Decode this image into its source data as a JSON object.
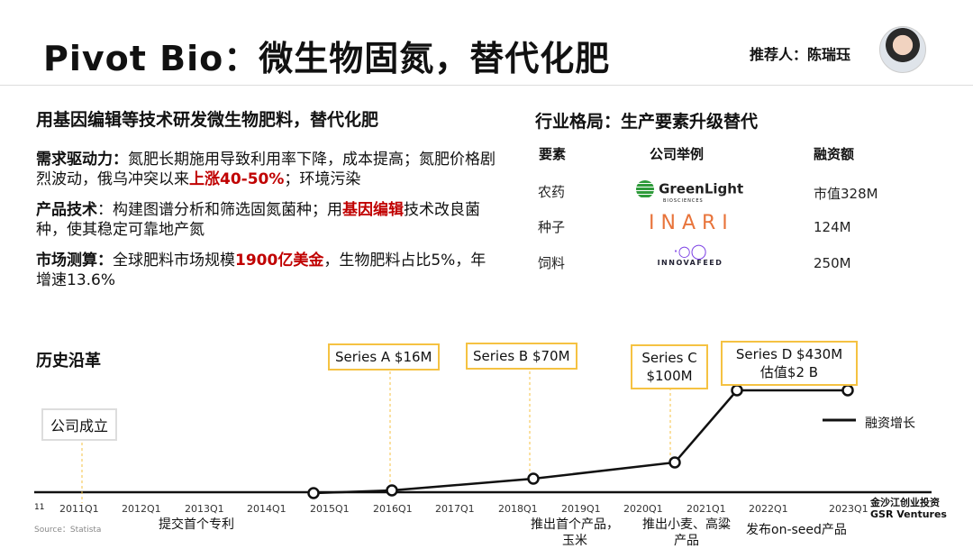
{
  "header": {
    "title": "Pivot Bio：微生物固氮，替代化肥",
    "recommender": "推荐人：陈瑞珏"
  },
  "left": {
    "heading": "用基因编辑等技术研发微生物肥料，替代化肥",
    "p1": {
      "label": "需求驱动力：",
      "t1": "氮肥长期施用导致利用率下降，成本提高；氮肥价格剧烈波动，俄乌冲突以来",
      "hl": "上涨40-50%",
      "t2": "；环境污染"
    },
    "p2": {
      "label": "产品技术",
      "t1": "：构建图谱分析和筛选固氮菌种；用",
      "hl": "基因编辑",
      "t2": "技术改良菌种，使其稳定可靠地产氮"
    },
    "p3": {
      "label": "市场测算：",
      "t1": "全球肥料市场规模",
      "hl": "1900亿美金",
      "t2": "，生物肥料占比5%，年增速13.6%"
    }
  },
  "right": {
    "heading": "行业格局：生产要素升级替代",
    "columns": [
      "要素",
      "公司举例",
      "融资额"
    ],
    "rows": [
      {
        "factor": "农药",
        "company": "GreenLight",
        "company_sub": "BIOSCIENCES",
        "amount": "市值328M"
      },
      {
        "factor": "种子",
        "company": "INARI",
        "amount": "124M"
      },
      {
        "factor": "饲料",
        "company": "INNOVAFEED",
        "amount": "250M"
      }
    ]
  },
  "timeline": {
    "heading": "历史沿革",
    "legend": "融资增长",
    "founded": "公司成立",
    "rounds": [
      "Series A $16M",
      "Series B $70M",
      "Series C $100M",
      "Series D $430M",
      "估值$2 B"
    ],
    "ticks": [
      "2011Q1",
      "2012Q1",
      "2013Q1",
      "2014Q1",
      "2015Q1",
      "2016Q1",
      "2017Q1",
      "2018Q1",
      "2019Q1",
      "2020Q1",
      "2021Q1",
      "2022Q1",
      "2023Q1"
    ],
    "events": [
      "提交首个专利",
      "推出首个产品，玉米",
      "推出小麦、高粱产品",
      "发布on-seed产品"
    ]
  },
  "footer": {
    "page": "11",
    "source": "Source：Statista",
    "brand_cn": "金沙江创业投资",
    "brand_en": "GSR Ventures"
  },
  "colors": {
    "highlight": "#c00000",
    "box_border": "#f5c242",
    "inari": "#e8743b",
    "innovafeed": "#7b3fe4"
  }
}
